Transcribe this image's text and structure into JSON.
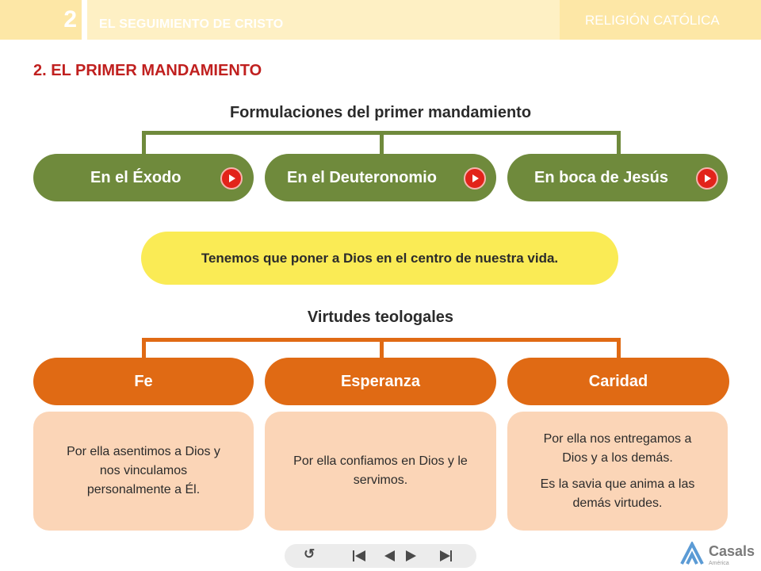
{
  "header": {
    "unit_number": "2",
    "unit_title": "EL SEGUIMIENTO DE CRISTO",
    "subject": "RELIGIÓN CATÓLICA"
  },
  "section_title": "2. EL PRIMER MANDAMIENTO",
  "formulations": {
    "heading": "Formulaciones del primer mandamiento",
    "items": [
      {
        "label": "En el Éxodo"
      },
      {
        "label": "En el Deuteronomio"
      },
      {
        "label": "En boca de Jesús"
      }
    ]
  },
  "banner": "Tenemos que poner a Dios en el centro de nuestra vida.",
  "virtues": {
    "heading": "Virtudes teologales",
    "items": [
      {
        "name": "Fe",
        "paragraphs": [
          "Por ella asentimos a Dios y nos vinculamos personalmente a Él."
        ]
      },
      {
        "name": "Esperanza",
        "paragraphs": [
          "Por ella confiamos en Dios y le servimos."
        ]
      },
      {
        "name": "Caridad",
        "paragraphs": [
          "Por ella nos entregamos a Dios y a los demás.",
          "Es la savia que anima a las demás virtudes."
        ]
      }
    ]
  },
  "navigation": {
    "buttons": [
      "return-icon",
      "first-page-icon",
      "previous-icon",
      "next-icon",
      "last-page-icon"
    ]
  },
  "logo": {
    "name": "Casals",
    "subtitle": "América"
  },
  "colors": {
    "title_red": "#c0201f",
    "green": "#6f8a3c",
    "orange": "#e06a14",
    "banner_yellow": "#faeb55",
    "card_peach": "#fbd5b7",
    "play_red": "#e2231a"
  }
}
